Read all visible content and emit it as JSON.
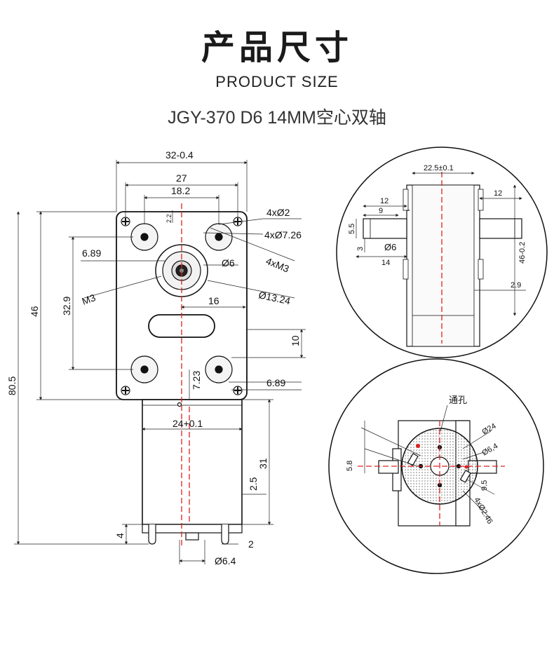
{
  "header": {
    "title_cn": "产品尺寸",
    "title_en": "PRODUCT SIZE",
    "model": "JGY-370 D6 14MM空心双轴"
  },
  "front_view": {
    "width_total": "32-0.4",
    "hole_spacing_x": "27",
    "inner_spacing": "18.2",
    "small_offset": "2.2",
    "hole_dia": "4xØ2",
    "boss_dia": "4xØ7.26",
    "thread": "4xM3",
    "left_offset": "6.89",
    "shaft_dia": "Ø6",
    "m3": "M3",
    "boss_center": "Ø13.24",
    "center_offset": "16",
    "height_46": "46",
    "height_32_9": "32.9",
    "total_length": "80.5",
    "lower_10": "10",
    "lower_7_23": "7.23",
    "lower_6_89": "6.89",
    "motor_dia": "24+0.1",
    "motor_len": "31",
    "pin_2_5": "2.5",
    "term_4": "4",
    "term_2": "2",
    "shaft_end": "Ø6.4"
  },
  "side_view": {
    "width": "22.5±0.1",
    "left_12": "12",
    "right_12": "12",
    "len_9": "9",
    "h_5_5": "5.5",
    "h_3": "3",
    "shaft": "Ø6",
    "len_14": "14",
    "height": "46-0.2",
    "edge": "2.9"
  },
  "rear_view": {
    "through_hole": "通孔",
    "dia_24": "Ø24",
    "dia_6_4": "Ø6,4",
    "h_5_8": "5.8",
    "h_9_5": "9.5",
    "holes": "4xØ2.46"
  },
  "colors": {
    "line": "#111111",
    "center_line": "#e02020",
    "dimension": "#222222"
  }
}
